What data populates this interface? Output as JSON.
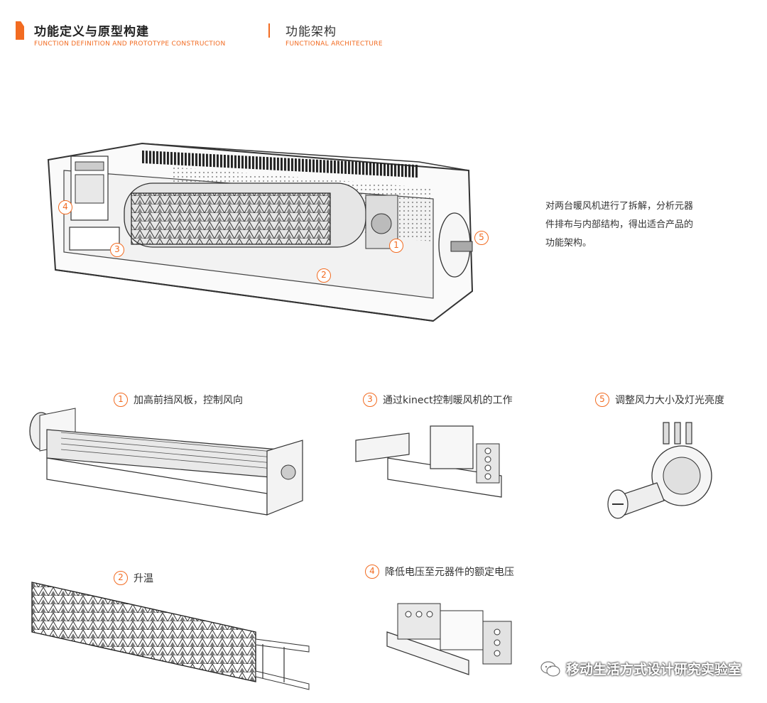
{
  "header": {
    "title_cn": "功能定义与原型构建",
    "title_en": "FUNCTION DEFINITION AND PROTOTYPE CONSTRUCTION",
    "subtitle_cn": "功能架构",
    "subtitle_en": "FUNCTIONAL ARCHITECTURE",
    "accent_color": "#f26b21"
  },
  "description": "对两台暖风机进行了拆解，分析元器\n件排布与内部结构，得出适合产品的\n功能架构。",
  "callouts": {
    "c1": "1",
    "c2": "2",
    "c3": "3",
    "c4": "4",
    "c5": "5"
  },
  "components": [
    {
      "num": "1",
      "label": "加高前挡风板，控制风向"
    },
    {
      "num": "2",
      "label": "升温"
    },
    {
      "num": "3",
      "label": "通过kinect控制暖风机的工作"
    },
    {
      "num": "4",
      "label": "降低电压至元器件的额定电压"
    },
    {
      "num": "5",
      "label": "调整风力大小及灯光亮度"
    }
  ],
  "watermark": "移动生活方式设计研究实验室"
}
